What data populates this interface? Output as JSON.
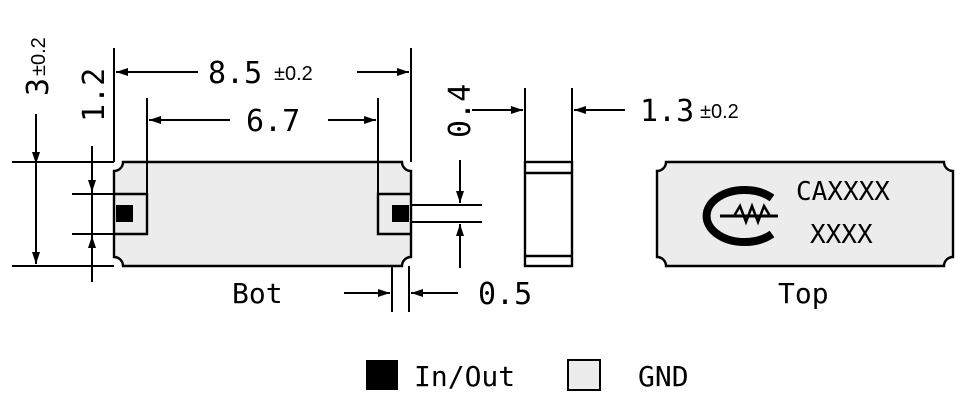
{
  "dimensions": {
    "overall_length_value": "8.5",
    "overall_length_tol": "±0.2",
    "inner_length": "6.7",
    "height_value": "3",
    "height_tol": "±0.2",
    "pad_height": "1.2",
    "side_height": "0.4",
    "side_width_value": "1.3",
    "side_width_tol": "±0.2",
    "pad_gap": "0.5"
  },
  "views": {
    "bottom_label": "Bot",
    "top_label": "Top"
  },
  "marking": {
    "line1": "CAXXXX",
    "line2": "XXXX"
  },
  "legend": {
    "in_out_label": "In/Out",
    "gnd_label": "GND",
    "in_out_color": "#000000",
    "gnd_color": "#ececec"
  }
}
